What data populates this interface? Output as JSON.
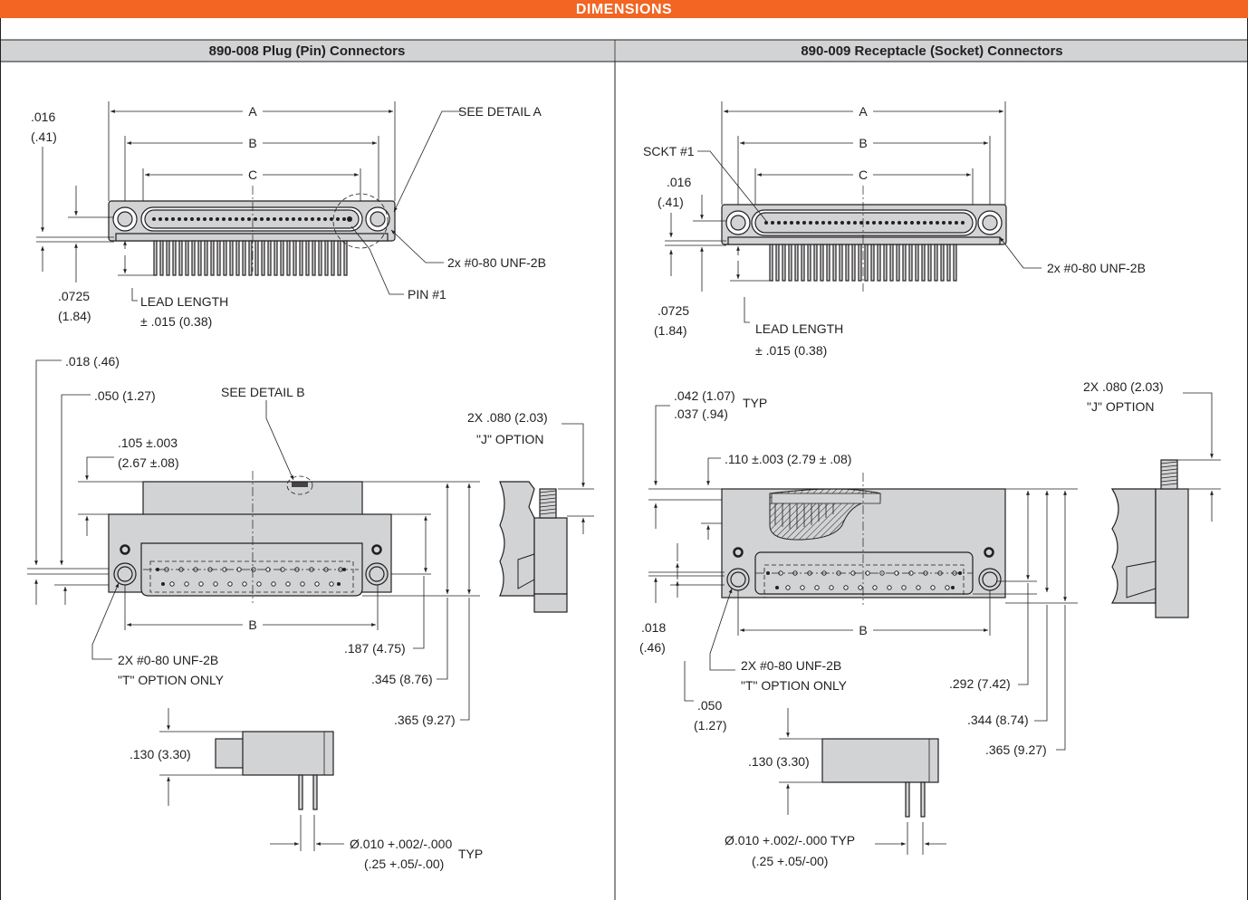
{
  "header": {
    "title": "DIMENSIONS"
  },
  "panels": {
    "left": {
      "title": "890-008 Plug (Pin) Connectors",
      "labels": {
        "dim_a": "A",
        "dim_b": "B",
        "dim_c": "C",
        "t016a": ".016",
        "t041": "(.41)",
        "see_detail_a": "SEE DETAIL  A",
        "thread_2x": "2x #0-80 UNF-2B",
        "pin1": "PIN #1",
        "t0725": ".0725",
        "t184": "(1.84)",
        "lead_length": "LEAD LENGTH",
        "lead_tol": "± .015 (0.38)",
        "t018": ".018 (.46)",
        "t050": ".050 (1.27)",
        "see_detail_b": "SEE DETAIL  B",
        "t105a": ".105 ±.003",
        "t105b": "(2.67 ±.08)",
        "j080a": "2X .080 (2.03)",
        "j080b": "\"J\" OPTION",
        "dim_b2": "B",
        "t187": ".187 (4.75)",
        "t_opt_a": "2X #0-80 UNF-2B",
        "t_opt_b": "\"T\" OPTION ONLY",
        "t345": ".345 (8.76)",
        "t365": ".365 (9.27)",
        "t130": ".130 (3.30)",
        "dia_a": "Ø.010 +.002/-.000",
        "dia_b": "(.25 +.05/-.00)",
        "typ": "TYP"
      }
    },
    "right": {
      "title": "890-009 Receptacle (Socket) Connectors",
      "labels": {
        "dim_a": "A",
        "dim_b": "B",
        "dim_c": "C",
        "sckt1": "SCKT #1",
        "t016": ".016",
        "t041": "(.41)",
        "thread_2x": "2x #0-80 UNF-2B",
        "t0725": ".0725",
        "t184": "(1.84)",
        "lead_length": "LEAD LENGTH",
        "lead_tol": "±  .015 (0.38)",
        "t042": ".042 (1.07)",
        "t037": ".037 (.94)",
        "typ_top": "TYP",
        "j080a": "2X  .080 (2.03)",
        "j080b": "\"J\" OPTION",
        "t110": ".110 ±.003 (2.79 ± .08)",
        "t018a": ".018",
        "t018b": "(.46)",
        "dim_b2": "B",
        "t_opt_a": "2X #0-80 UNF-2B",
        "t_opt_b": "\"T\" OPTION ONLY",
        "t050a": ".050",
        "t050b": "(1.27)",
        "t292": ".292 (7.42)",
        "t344": ".344 (8.74)",
        "t365": ".365 (9.27)",
        "t130": ".130 (3.30)",
        "dia_a": "Ø.010 +.002/-.000  TYP",
        "dia_b": "(.25 +.05/-00)"
      }
    }
  },
  "colors": {
    "accent": "#f26522",
    "subheader": "#d1d3d4",
    "body_fill": "#d1d3d4",
    "ink": "#231f20"
  }
}
